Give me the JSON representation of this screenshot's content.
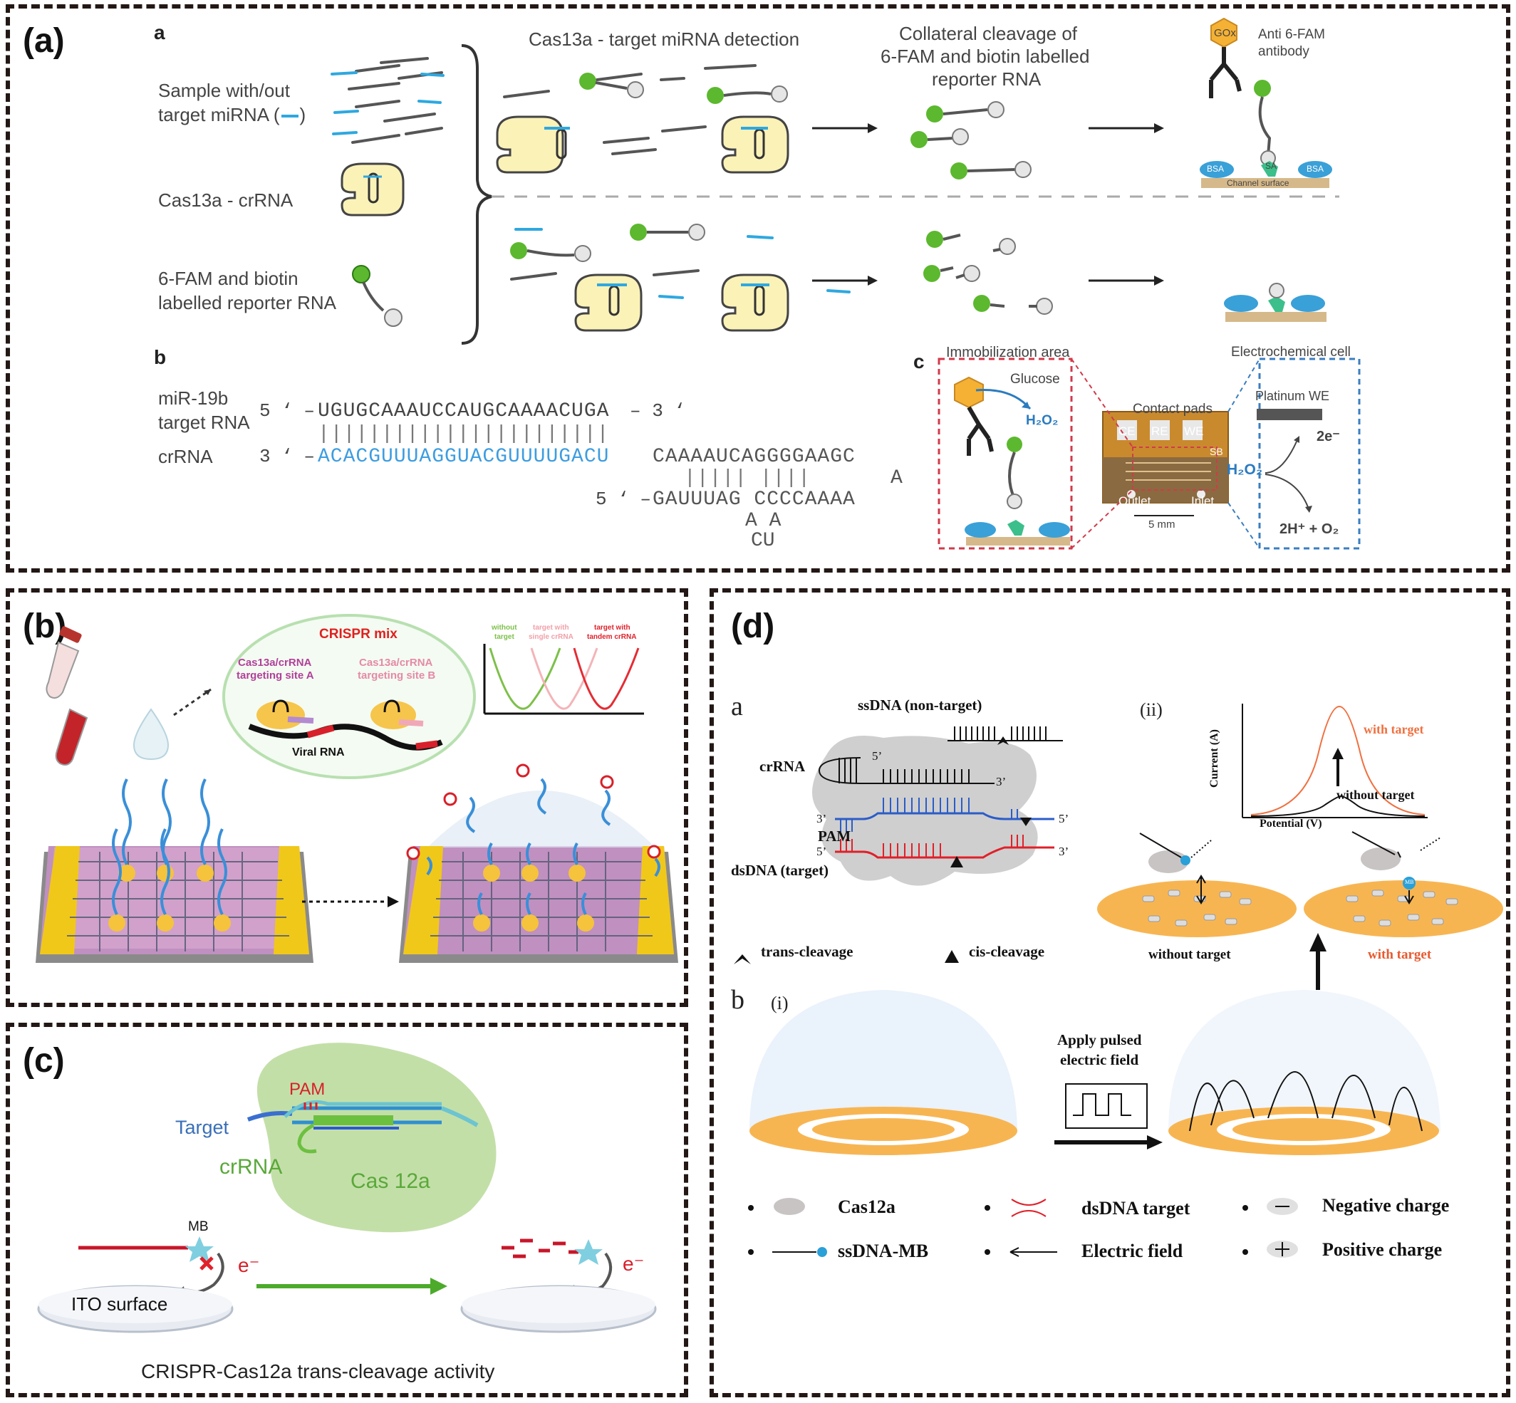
{
  "panels": {
    "a": {
      "label": "(a)",
      "sub_a": "a",
      "sub_b": "b",
      "sub_c": "c",
      "sample_line1": "Sample with/out",
      "sample_line2": "target miRNA (",
      "sample_line2_end": ")",
      "cas13a_crrna": "Cas13a - crRNA",
      "reporter_line1": "6-FAM and biotin",
      "reporter_line2": "labelled reporter RNA",
      "detection_title": "Cas13a - target miRNA detection",
      "collateral_line1": "Collateral cleavage of",
      "collateral_line2": "6-FAM and biotin labelled",
      "collateral_line3": "reporter RNA",
      "gox": "GOx",
      "antibody_line1": "Anti 6-FAM",
      "antibody_line2": "antibody",
      "bsa": "BSA",
      "sa": "SA",
      "channel_surface": "Channel surface",
      "mir_label1": "miR-19b",
      "mir_label2": "target RNA",
      "mir_5prime": "5 ‘ –",
      "mir_seq": "UGUGCAAAUCCAUGCAAAACUGA",
      "mir_3prime": "– 3 ‘",
      "pairs_top": "|||||||||||||||||||||||",
      "crrna_label": "crRNA",
      "crrna_3prime": "3 ‘ –",
      "crrna_blue": "ACACGUUUAGGUACGUUUUGACU",
      "crrna_gray": "CAAAAUCAGGGGAAGC",
      "pairs_bottom": "|||||  ||||",
      "loop_a": "A",
      "bottom_5prime": "5 ‘ –",
      "bottom_seq": "GAUUUAG CCCCAAAA",
      "aa": "A  A",
      "cu": "CU",
      "immobilization_area": "Immobilization area",
      "glucose": "Glucose",
      "h2o2": "H₂O₂",
      "contact_pads": "Contact pads",
      "ce": "CE",
      "re": "RE",
      "we": "WE",
      "sb": "SB",
      "outlet": "Outlet",
      "inlet": "Inlet",
      "scale": "5 mm",
      "electrochemical_cell": "Electrochemical cell",
      "platinum_we": "Platinum WE",
      "two_e": "2e⁻",
      "products": "2H⁺ + O₂"
    },
    "b": {
      "label": "(b)",
      "crispr_mix": "CRISPR mix",
      "site_a_line1": "Cas13a/crRNA",
      "site_a_line2": "targeting site A",
      "site_b_line1": "Cas13a/crRNA",
      "site_b_line2": "targeting site B",
      "viral_rna": "Viral RNA",
      "legend_without_1": "without",
      "legend_without_2": "target",
      "legend_single_1": "target with",
      "legend_single_2": "single crRNA",
      "legend_tandem_1": "target with",
      "legend_tandem_2": "tandem crRNA"
    },
    "c": {
      "label": "(c)",
      "pam": "PAM",
      "target": "Target",
      "crrna": "crRNA",
      "cas12a": "Cas 12a",
      "mb": "MB",
      "e_minus": "e⁻",
      "ito": "ITO surface",
      "caption": "CRISPR-Cas12a trans-cleavage activity"
    },
    "d": {
      "label": "(d)",
      "sub_a": "a",
      "sub_b": "b",
      "ii": "(ii)",
      "i": "(i)",
      "ssdna_nontarget": "ssDNA  (non-target)",
      "crrna": "crRNA",
      "five_prime": "5’",
      "three_prime": "3’",
      "pam": "PAM",
      "dsdna_target": "dsDNA (target)",
      "trans_cleavage": "trans-cleavage",
      "cis_cleavage": "cis-cleavage",
      "y_axis": "Current (A)",
      "x_axis": "Potential (V)",
      "with_target": "with target",
      "without_target": "without target",
      "apply_line1": "Apply pulsed",
      "apply_line2": "electric field",
      "legend_cas12a": "Cas12a",
      "legend_dsdna": "dsDNA target",
      "legend_negative": "Negative charge",
      "legend_ssdna": "ssDNA-MB",
      "legend_field": "Electric field",
      "legend_positive": "Positive charge",
      "mb": "MB"
    }
  },
  "colors": {
    "border": "#231815",
    "fam_green": "#5cb82e",
    "mirna_blue": "#2ea8e0",
    "cas_yellow": "#fbf2b8",
    "red": "#e02020",
    "orange": "#f6b04a",
    "gray": "#c8c8c8"
  }
}
